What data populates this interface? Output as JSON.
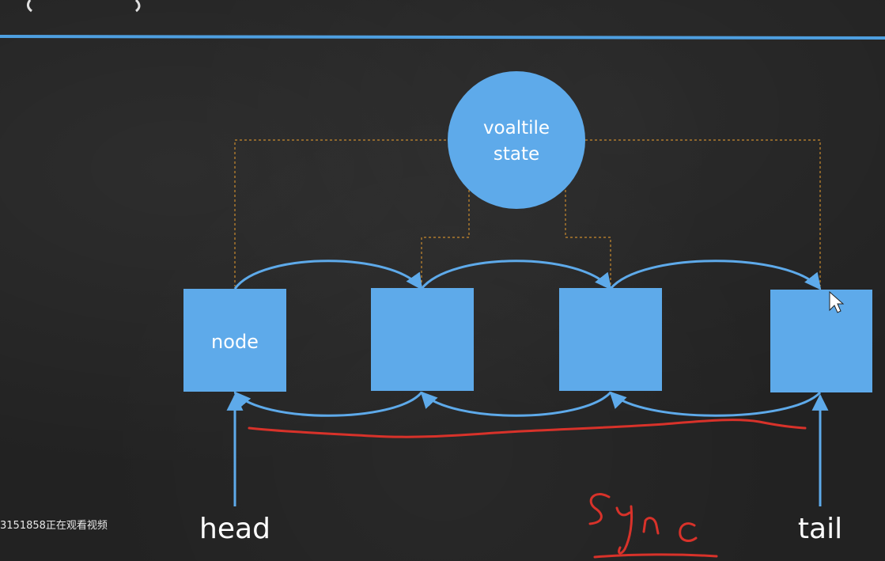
{
  "diagram": {
    "circle_label_line1": "voaltile",
    "circle_label_line2": "state",
    "first_node_label": "node",
    "head_label": "head",
    "tail_label": "tail",
    "annotation_text": "sync",
    "viewer_overlay": "3151858正在观看视频"
  },
  "colors": {
    "node_fill": "#5eaaea",
    "circle_fill": "#5eaaea",
    "arrow": "#5eaaea",
    "dashed_link": "#c98a2e",
    "annotation": "#d8322a",
    "top_rule": "#4e9fe0",
    "text": "#ffffff"
  }
}
